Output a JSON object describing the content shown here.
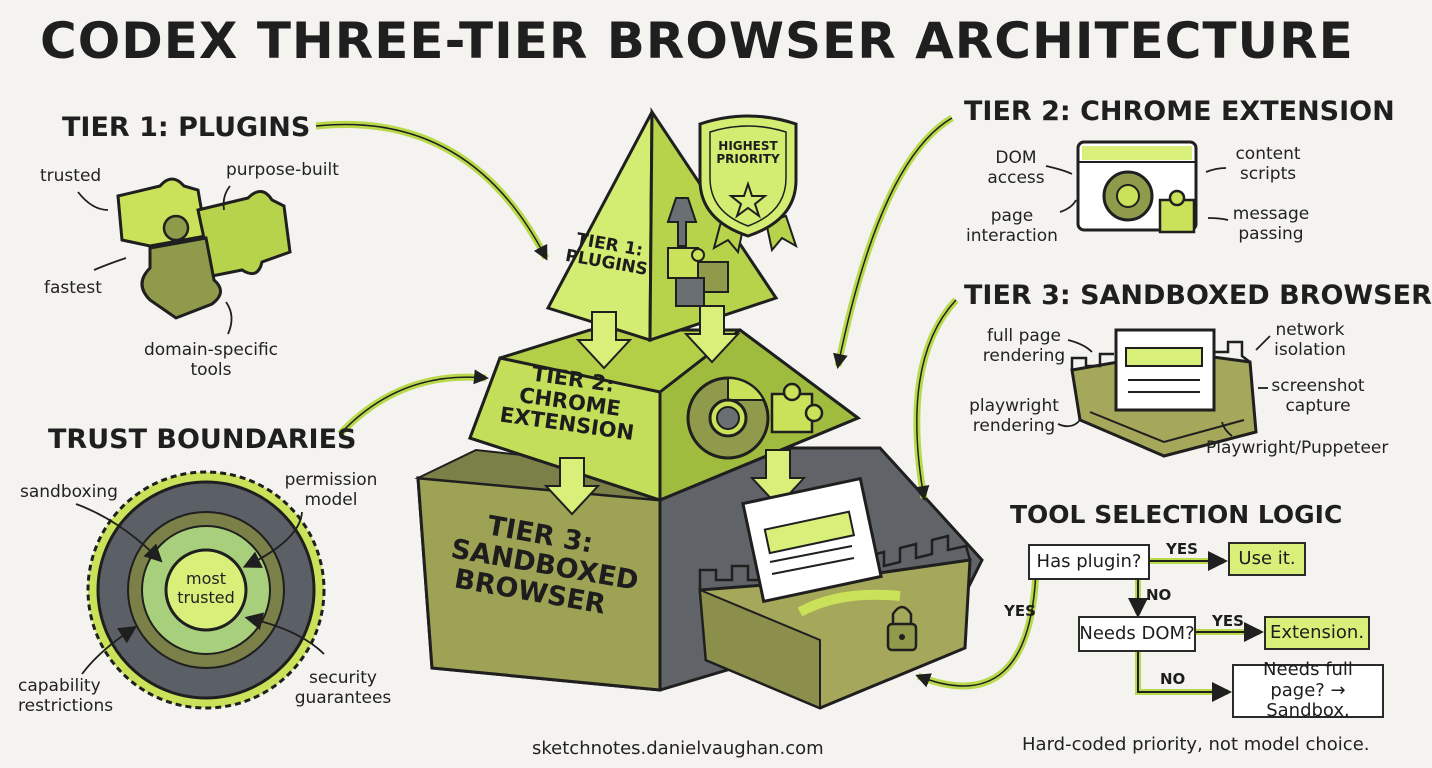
{
  "title": "CODEX THREE-TIER BROWSER ARCHITECTURE",
  "tier1": {
    "heading": "TIER 1: PLUGINS",
    "notes": [
      "trusted",
      "purpose-built",
      "fastest",
      "domain-specific tools"
    ]
  },
  "tier2": {
    "heading": "TIER 2: CHROME EXTENSION",
    "notes": [
      "DOM access",
      "content scripts",
      "page interaction",
      "message passing"
    ]
  },
  "tier3": {
    "heading": "TIER 3: SANDBOXED BROWSER",
    "notes": [
      "full page rendering",
      "network isolation",
      "screenshot capture",
      "playwright rendering",
      "Playwright/Puppeteer"
    ]
  },
  "trust": {
    "heading": "TRUST BOUNDARIES",
    "center": "most trusted",
    "notes": [
      "sandboxing",
      "permission model",
      "capability restrictions",
      "security guarantees"
    ]
  },
  "pyramid": {
    "badge": "HIGHEST PRIORITY",
    "tier1_label": "TIER 1: PLUGINS",
    "tier2_label": "TIER 2: CHROME EXTENSION",
    "tier3_label": "TIER 3: SANDBOXED BROWSER"
  },
  "logic": {
    "heading": "TOOL SELECTION LOGIC",
    "q1": "Has plugin?",
    "a1": "Use it.",
    "q2": "Needs DOM?",
    "a2": "Extension.",
    "a3": "Needs full page? → Sandbox.",
    "yes": "YES",
    "no": "NO",
    "footer": "Hard-coded priority, not model choice."
  },
  "credit": "sketchnotes.danielvaughan.com",
  "colors": {
    "lime": "#c9e25a",
    "lime_light": "#dcef86",
    "olive": "#8f9a4a",
    "slate": "#5b6066",
    "ink": "#1f1f1f"
  }
}
